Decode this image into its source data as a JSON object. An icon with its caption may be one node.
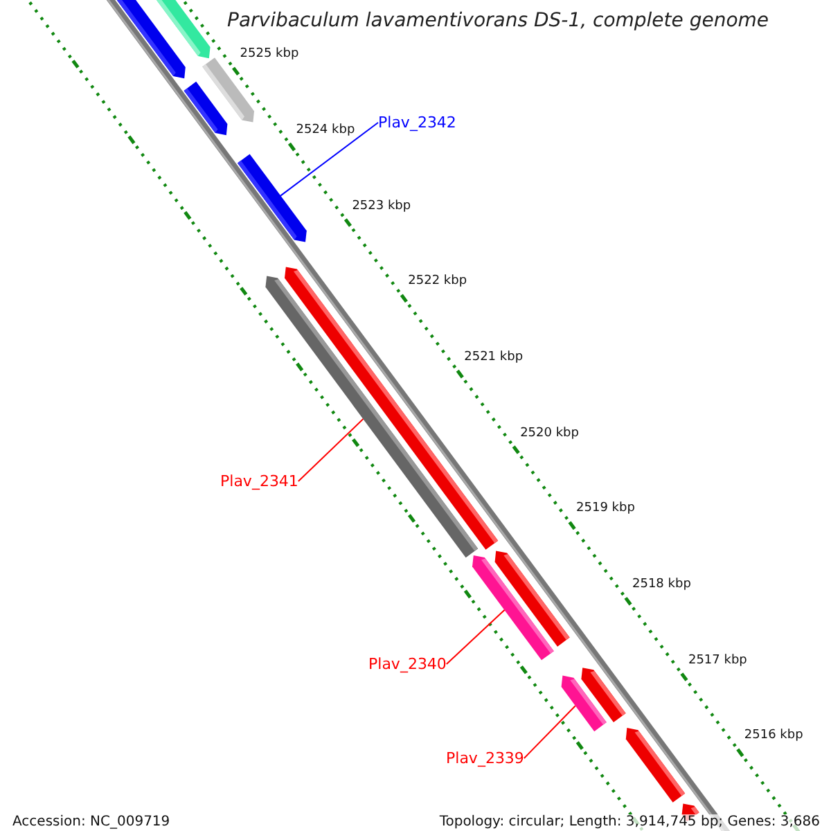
{
  "diagram": {
    "title": "Parvibaculum lavamentivorans DS-1, complete genome",
    "nodes": [
      {
        "text": [
          "Plav_2342"
        ]
      },
      {
        "text": [],
        "shape": "bar"
      },
      {
        "text": [
          "Plav_2341"
        ]
      },
      {
        "text": [],
        "shape": "bar"
      },
      {
        "text": [
          "Plav_2340"
        ]
      },
      {
        "text": [],
        "shape": "bar"
      },
      {
        "text": [
          "Plav_2339"
        ]
      },
      {
        "text": [],
        "shape": "bar"
      },
      {
        "text": [],
        "shape": "bar"
      },
      {
        "text": [],
        "shape": "bar"
      },
      {
        "text": [],
        "shape": "bar"
      },
      {
        "text": [],
        "shape": "bar"
      },
      {
        "text": [],
        "shape": "bar"
      },
      {
        "text": [],
        "shape": "bar"
      },
      {
        "text": [],
        "shape": "bar"
      },
      {
        "text": [],
        "shape": "bar"
      },
      {
        "text": [],
        "shape": "bar"
      }
    ],
    "edges": [
      {
        "from": 0,
        "to": 1,
        "arrow": "none",
        "color": "#0000ff"
      },
      {
        "from": 2,
        "to": 3,
        "arrow": "none"
      },
      {
        "from": 4,
        "to": 5,
        "arrow": "none"
      },
      {
        "from": 6,
        "to": 7,
        "arrow": "none"
      }
    ],
    "labels": [
      "2525 kbp",
      "2524 kbp",
      "2523 kbp",
      "2522 kbp",
      "2521 kbp",
      "2520 kbp",
      "2519 kbp",
      "2518 kbp",
      "2517 kbp",
      "2516 kbp",
      "Accession: NC_009719",
      "Topology: circular; Length: 3,914,745 bp; Genes: 3,686"
    ]
  }
}
